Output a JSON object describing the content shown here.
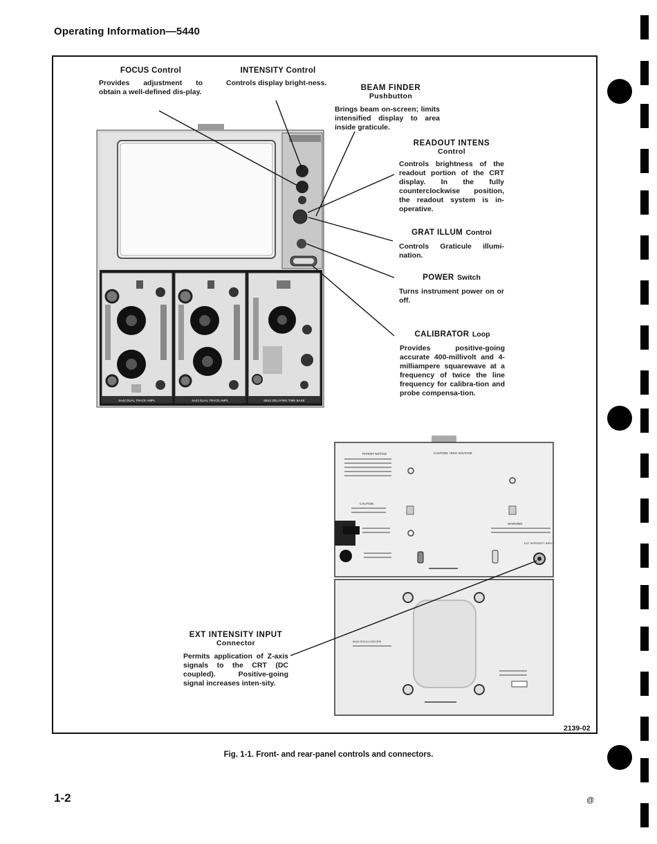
{
  "header": {
    "title": "Operating Information—5440"
  },
  "labels": {
    "focus": {
      "title": "FOCUS Control",
      "desc": "Provides adjustment to obtain a well-defined dis-play."
    },
    "intensity": {
      "title": "INTENSITY Control",
      "desc": "Controls display bright-ness."
    },
    "beam_finder": {
      "title": "BEAM FINDER",
      "sub": "Pushbutton",
      "desc": "Brings beam on-screen; limits intensified display to area inside graticule."
    },
    "readout_intens": {
      "title": "READOUT INTENS",
      "sub": "Control",
      "desc": "Controls brightness of the readout portion of the CRT display. In the fully counterclockwise position, the readout system is in-operative."
    },
    "grat_illum": {
      "title": "GRAT ILLUM",
      "sub": "Control",
      "desc": "Controls Graticule illumi-nation."
    },
    "power": {
      "title": "POWER",
      "sub": "Switch",
      "desc": "Turns instrument power on or off."
    },
    "calibrator": {
      "title": "CALIBRATOR",
      "sub": "Loop",
      "desc": "Provides positive-going accurate 400-millivolt and 4-milliampere squarewave at a frequency of twice the line frequency for calibra-tion and probe compensa-tion."
    },
    "ext_intensity": {
      "title": "EXT INTENSITY INPUT",
      "sub": "Connector",
      "desc": "Permits application of Z-axis signals to the CRT (DC coupled). Positive-going signal increases inten-sity."
    }
  },
  "panel_text": {
    "plugin_1": "5A42 DUAL TRACE AMPL",
    "plugin_2": "5A42 DUAL TRACE AMPL",
    "plugin_3": "5B42 DELAYING TIME BASE",
    "rear_patent": "PATENT NOTICE",
    "rear_caution_hv": "CAUTION: HIGH VOLTAGE",
    "rear_caution": "CAUTION",
    "rear_warning": "WARNING",
    "rear_ext_intensity": "EXT INTENSITY INPUT",
    "rear_model": "5440 OSCILLOSCOPE"
  },
  "figure_number": "2139-02",
  "caption": "Fig. 1-1. Front- and rear-panel controls and connectors.",
  "page_number": "1-2",
  "corner_mark": "@"
}
